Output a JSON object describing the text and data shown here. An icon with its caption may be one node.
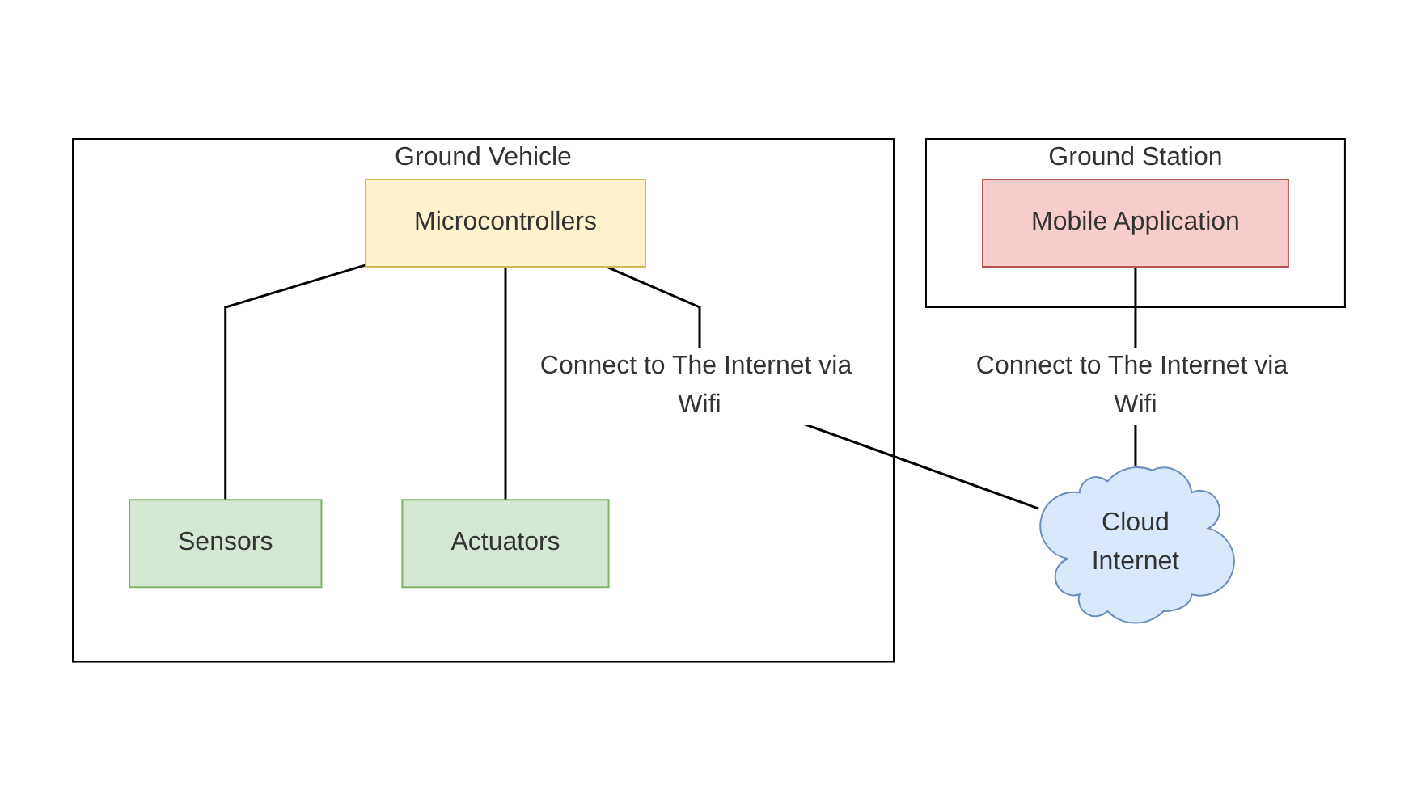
{
  "diagram": {
    "nodes": [
      {
        "text": [
          "Ground Station"
        ]
      },
      {
        "text": [
          "Mobile Application"
        ],
        "in": 0
      },
      {
        "text": [
          "Cloud",
          "Internet"
        ]
      },
      {
        "text": [
          "Ground Vehicle"
        ]
      },
      {
        "text": [
          "Microcontrollers"
        ],
        "in": 3
      },
      {
        "text": [
          "Sensors"
        ],
        "in": 3
      },
      {
        "text": [
          "Actuators"
        ],
        "in": 3
      }
    ],
    "edges": [
      {
        "from": 1,
        "to": 2,
        "arrow": "none",
        "label": "Connect to The Internet via Wifi"
      },
      {
        "from": 4,
        "to": 2,
        "arrow": "none",
        "label": "Connect to The Internet via Wifi"
      },
      {
        "from": 4,
        "to": 5,
        "arrow": "none"
      },
      {
        "from": 4,
        "to": 6,
        "arrow": "none"
      }
    ]
  }
}
